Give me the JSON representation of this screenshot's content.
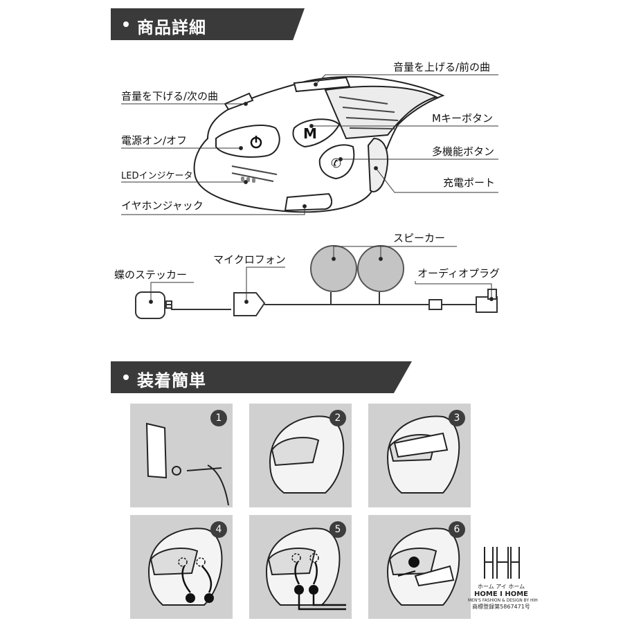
{
  "sections": {
    "details_title": "商品詳細",
    "install_title": "装着簡単"
  },
  "callouts": {
    "volume_up": "音量を上げる/前の曲",
    "volume_down": "音量を下げる/次の曲",
    "m_key": "Mキーボタン",
    "power": "電源オン/オフ",
    "multi": "多機能ボタン",
    "led": "LEDインジケータ",
    "charge": "充電ポート",
    "earphone_jack": "イヤホンジャック"
  },
  "accessories": {
    "speaker": "スピーカー",
    "microphone": "マイクロフォン",
    "sticker": "蝶のステッカー",
    "audio_plug": "オーディオプラグ"
  },
  "steps": [
    "1",
    "2",
    "3",
    "4",
    "5",
    "6"
  ],
  "device_icons": [
    "power-icon",
    "m-key-icon",
    "phone-icon"
  ],
  "logo": {
    "line1": "ホーム アイ ホーム",
    "line2": "HOME I HOME",
    "line3": "MEN'S FASHION & DESIGN BY HIH",
    "line4": "商標登録第5867471号"
  },
  "colors": {
    "banner": "#3a3a3a",
    "panel": "#d0d0d0",
    "speaker": "#c4c4c4"
  }
}
